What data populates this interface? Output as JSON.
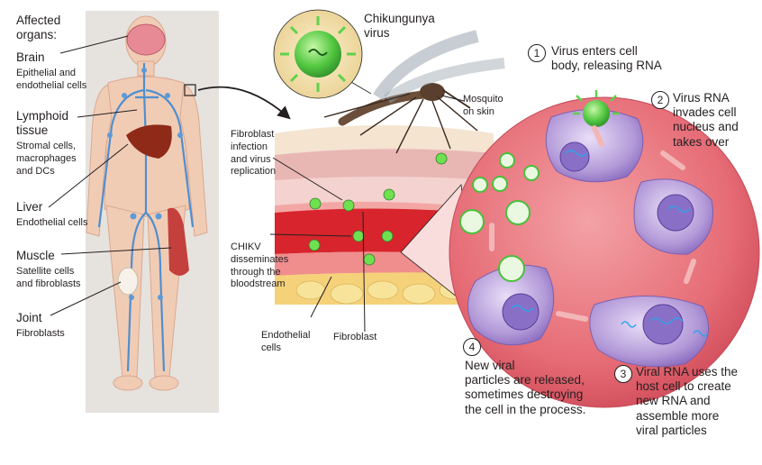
{
  "left_panel": {
    "title": "Affected\norgans:",
    "organs": [
      {
        "name": "Brain",
        "cells": "Epithelial and\nendothelial cells"
      },
      {
        "name": "Lymphoid\ntissue",
        "cells": "Stromal cells,\nmacrophages\nand DCs"
      },
      {
        "name": "Liver",
        "cells": "Endothelial cells"
      },
      {
        "name": "Muscle",
        "cells": "Satellite cells\nand fibroblasts"
      },
      {
        "name": "Joint",
        "cells": "Fibroblasts"
      }
    ]
  },
  "middle_panel": {
    "virus_label": "Chikungunya\nvirus",
    "mosquito_label": "Mosquito\non skin",
    "fibroblast_infection": "Fibroblast\ninfection\nand virus\nreplication",
    "chikv_label": "CHIKV\ndisseminates\nthrough the\nbloodstream",
    "endothelial_label": "Endothelial\ncells",
    "fibroblast_label": "Fibroblast"
  },
  "steps": [
    {
      "number": "1",
      "text": "Virus enters cell\nbody, releasing RNA"
    },
    {
      "number": "2",
      "text": "Virus RNA\ninvades cell\nnucleus and\ntakes over"
    },
    {
      "number": "3",
      "text": "Viral RNA uses the\nhost cell to create\nnew RNA and\nassemble more\nviral particles"
    },
    {
      "number": "4",
      "text": "New viral\nparticles are released,\nsometimes destroying\nthe cell in the process."
    }
  ],
  "colors": {
    "panel_bg": "#e6e2de",
    "body_skin": "#f1ccb5",
    "vessels": "#4f8fd0",
    "big_circle": "#e8717a",
    "virus_green": "#5fd24b",
    "cell_purple": "#b9a6db"
  }
}
